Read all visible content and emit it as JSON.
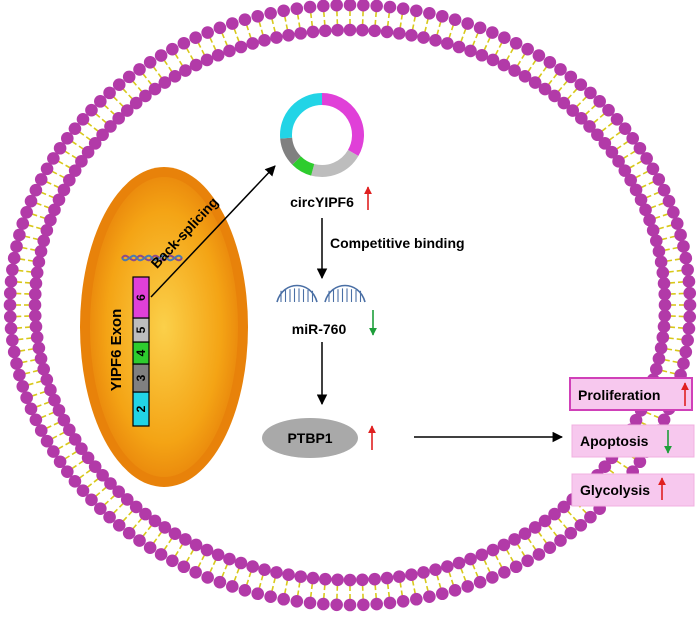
{
  "labels": {
    "back_splicing": "Back-splicing",
    "circ": "circYIPF6",
    "competitive": "Competitive binding",
    "mir": "miR-760",
    "ptbp1": "PTBP1",
    "exon": "YIPF6 Exon",
    "exons": [
      "2",
      "3",
      "4",
      "5",
      "6"
    ]
  },
  "outcomes": [
    "Proliferation",
    "Apoptosis",
    "Glycolysis"
  ],
  "indicators": {
    "circ": "up",
    "mir": "down",
    "ptbp1": "up",
    "proliferation": "up",
    "apoptosis": "down",
    "glycolysis": "up"
  },
  "colors": {
    "lipid_head": "#b23aa8",
    "lipid_tail": "#d8c81a",
    "nucleus_outer": "#f08a10",
    "nucleus_inner": "#f7b21e",
    "exon2": "#22d4e6",
    "exon3": "#808080",
    "exon4": "#2ecc2e",
    "exon5": "#bdbdbd",
    "exon6": "#e040d8",
    "ptbp1": "#a9a9a9",
    "mir": "#4a6fa5",
    "up_arrow": "#e02020",
    "down_arrow": "#1e9e3a",
    "outcome_fill": "#f7c8ee",
    "outcome_border": "#d040b8"
  }
}
